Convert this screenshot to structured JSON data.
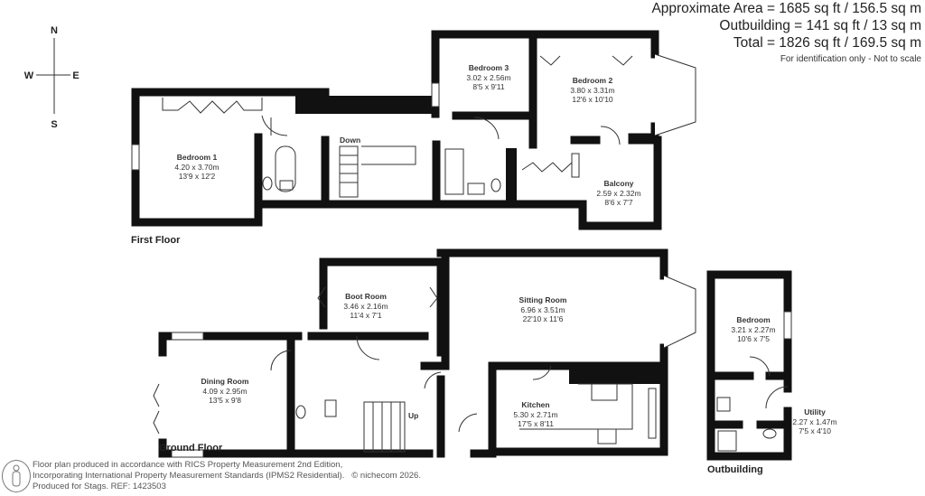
{
  "areas": {
    "approximate": "Approximate Area = 1685 sq ft / 156.5 sq m",
    "outbuilding": "Outbuilding = 141 sq ft / 13 sq m",
    "total": "Total = 1826 sq ft / 169.5 sq m",
    "note": "For identification only - Not to scale"
  },
  "compass": {
    "n": "N",
    "s": "S",
    "e": "E",
    "w": "W"
  },
  "first_floor": {
    "label": "First Floor",
    "stairs_label": "Down",
    "rooms": [
      {
        "name": "Bedroom 1",
        "metric": "4.20 x 3.70m",
        "imperial": "13'9 x 12'2"
      },
      {
        "name": "Bedroom 3",
        "metric": "3.02 x 2.56m",
        "imperial": "8'5 x 9'11"
      },
      {
        "name": "Bedroom 2",
        "metric": "3.80 x 3.31m",
        "imperial": "12'6 x 10'10"
      },
      {
        "name": "Balcony",
        "metric": "2.59 x 2.32m",
        "imperial": "8'6 x 7'7"
      }
    ]
  },
  "ground_floor": {
    "label": "Ground Floor",
    "stairs_label": "Up",
    "rooms": [
      {
        "name": "Boot Room",
        "metric": "3.46 x 2.16m",
        "imperial": "11'4 x 7'1"
      },
      {
        "name": "Sitting Room",
        "metric": "6.96 x 3.51m",
        "imperial": "22'10 x 11'6"
      },
      {
        "name": "Dining Room",
        "metric": "4.09 x 2.95m",
        "imperial": "13'5 x 9'8"
      },
      {
        "name": "Kitchen",
        "metric": "5.30 x 2.71m",
        "imperial": "17'5 x 8'11"
      }
    ]
  },
  "outbuilding": {
    "label": "Outbuilding",
    "rooms": [
      {
        "name": "Bedroom",
        "metric": "3.21 x 2.27m",
        "imperial": "10'6 x 7'5"
      },
      {
        "name": "Utility",
        "metric": "2.27 x 1.47m",
        "imperial": "7'5 x 4'10"
      }
    ]
  },
  "footer": {
    "line1": "Floor plan produced in accordance with RICS Property Measurement 2nd Edition,",
    "line2": "Incorporating International Property Measurement Standards (IPMS2 Residential).",
    "copyright": "© nichecom 2026.",
    "line3": "Produced for Stags.   REF: 1423503"
  }
}
